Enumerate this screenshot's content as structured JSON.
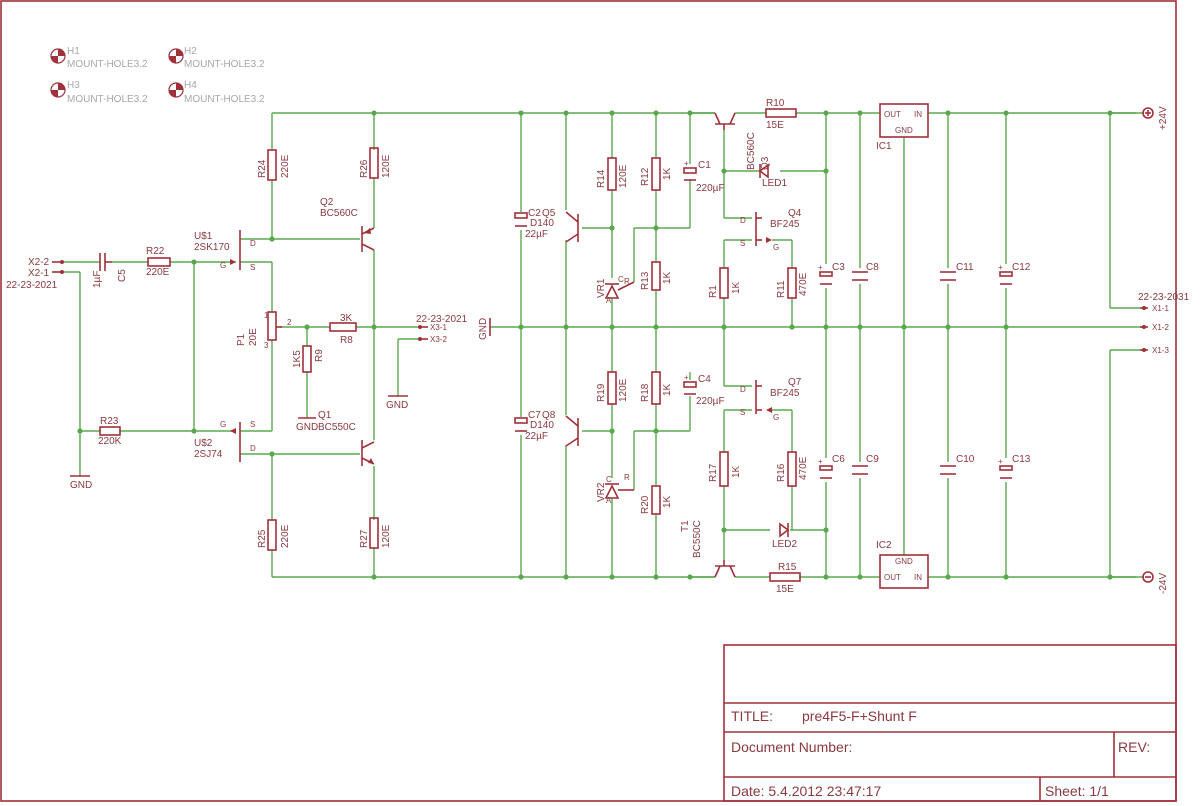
{
  "title_block": {
    "title_label": "TITLE:",
    "title_value": "pre4F5-F+Shunt F",
    "docnum_label": "Document Number:",
    "rev_label": "REV:",
    "date_label": "Date: 5.4.2012 23:47:17",
    "sheet_label": "Sheet: 1/1"
  },
  "mount_holes": [
    {
      "ref": "H1",
      "value": "MOUNT-HOLE3.2"
    },
    {
      "ref": "H2",
      "value": "MOUNT-HOLE3.2"
    },
    {
      "ref": "H3",
      "value": "MOUNT-HOLE3.2"
    },
    {
      "ref": "H4",
      "value": "MOUNT-HOLE3.2"
    }
  ],
  "connectors": {
    "x2_2": "X2-2",
    "x2_1": "X2-1",
    "x2_part": "22-23-2021",
    "x3_1": "X3-1",
    "x3_2": "X3-2",
    "x3_part": "22-23-2021",
    "x1_1": "X1-1",
    "x1_2": "X1-2",
    "x1_3": "X1-3",
    "x1_part": "22-23-2031"
  },
  "supply": {
    "pos": "+24V",
    "neg": "-24V"
  },
  "gnd": "GND",
  "components": {
    "c5": "C5",
    "c5v": "1µF",
    "r22": "R22",
    "r22v": "220E",
    "r23": "R23",
    "r23v": "220K",
    "u1": "U$1",
    "u1v": "2SK170",
    "u2": "U$2",
    "u2v": "2SJ74",
    "r24": "R24",
    "r24v": "220E",
    "r26": "R26",
    "r26v": "120E",
    "q2": "Q2",
    "q2v": "BC560C",
    "p1": "P1",
    "p1v": "20E",
    "r9": "R9",
    "r9v": "1K5",
    "q1": "Q1",
    "q1v": "BC550C",
    "r8": "R8",
    "r8v": "3K",
    "r25": "R25",
    "r25v": "220E",
    "r27": "R27",
    "r27v": "120E",
    "c2": "C2",
    "c2v": "22µF",
    "q5": "Q5",
    "q5v": "D140",
    "c7": "C7",
    "c7v": "22µF",
    "q8": "Q8",
    "q8v": "D140",
    "r14": "R14",
    "r14v": "120E",
    "r12": "R12",
    "r12v": "1K",
    "r13": "R13",
    "r13v": "1K",
    "vr1": "VR1",
    "c1": "C1",
    "c1v": "220µF",
    "r19": "R19",
    "r19v": "120E",
    "r18": "R18",
    "r18v": "1K",
    "r20": "R20",
    "r20v": "1K",
    "vr2": "VR2",
    "c4": "C4",
    "c4v": "220µF",
    "r10": "R10",
    "r10v": "15E",
    "q3": "Q3",
    "q3v": "BC560C",
    "led1": "LED1",
    "q4": "Q4",
    "q4v": "BF245",
    "r1": "R1",
    "r1v": "1K",
    "r11": "R11",
    "r11v": "470E",
    "c3": "C3",
    "c8": "C8",
    "q7": "Q7",
    "q7v": "BF245",
    "r17": "R17",
    "r17v": "1K",
    "r16": "R16",
    "r16v": "470E",
    "c6": "C6",
    "c9": "C9",
    "led2": "LED2",
    "t1": "T1",
    "t1v": "BC550C",
    "r15": "R15",
    "r15v": "15E",
    "ic1": "IC1",
    "ic2": "IC2",
    "c10": "C10",
    "c11": "C11",
    "c12": "C12",
    "c13": "C13"
  },
  "ic_pins": {
    "out": "OUT",
    "in": "IN",
    "gnd": "GND"
  },
  "pins": {
    "d": "D",
    "s": "S",
    "g": "G",
    "a": "A",
    "c": "C",
    "r": "R",
    "p1": "1",
    "p2": "2",
    "p3": "3",
    "plus": "+"
  }
}
